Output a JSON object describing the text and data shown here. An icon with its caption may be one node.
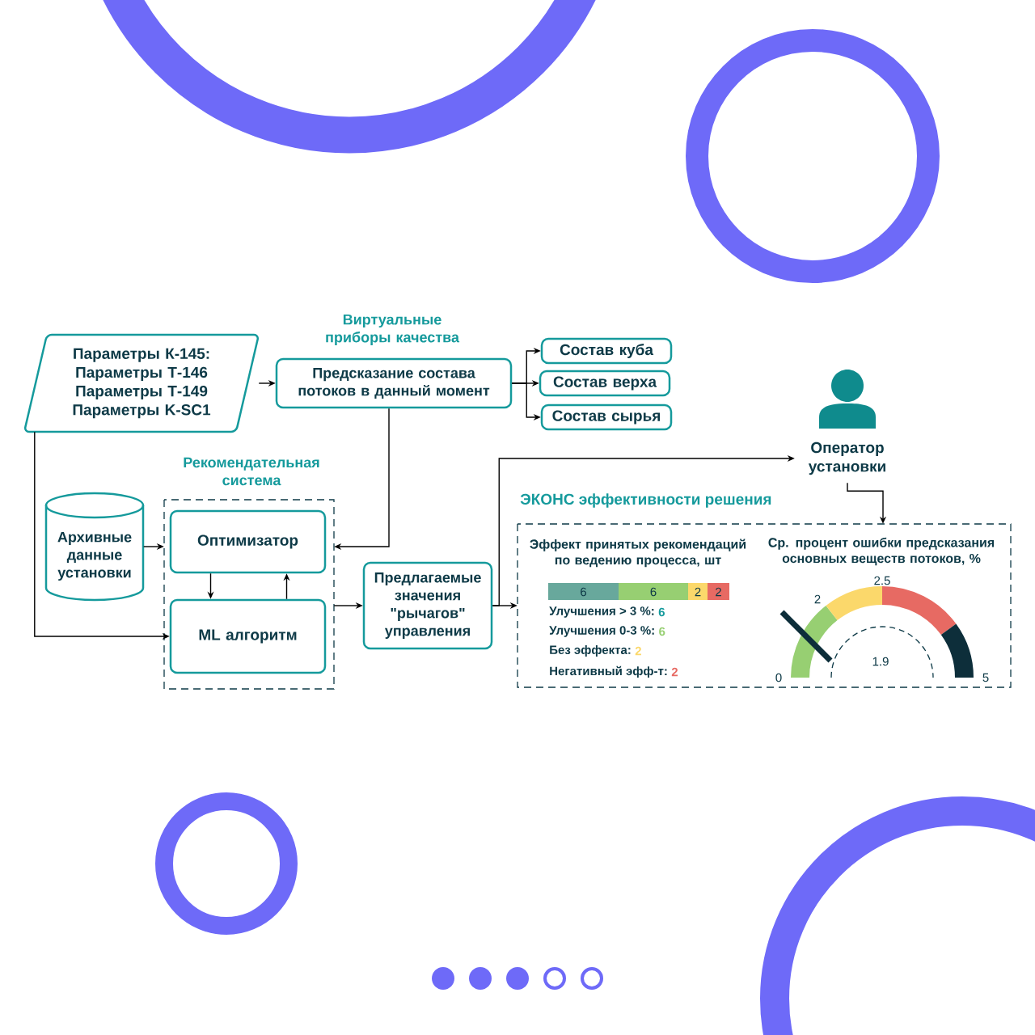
{
  "diagram": {
    "nodes": [
      {
        "text": [
          "Параметры К-145: Параметры Т-146 Параметры Т-149 Параметры K-SC1"
        ]
      },
      {
        "text": [
          "Виртуальные приборы качества",
          "Предсказание состава потоков в данный момент"
        ]
      },
      {
        "text": [
          "Состав куба"
        ]
      },
      {
        "text": [
          "Состав верха"
        ]
      },
      {
        "text": [
          "Состав сырья"
        ]
      },
      {
        "text": [
          "Архивные данные установки"
        ]
      },
      {
        "text": [
          "Рекомендательная система"
        ]
      },
      {
        "text": [
          "Оптимизатор"
        ],
        "in": 6
      },
      {
        "text": [
          "ML алгоритм"
        ],
        "in": 6
      },
      {
        "text": [
          "Предлагаемые значения \"рычагов\" управления"
        ]
      },
      {
        "text": [
          "ЭКОНС эффективности решения"
        ]
      },
      {
        "text": [
          "Оператор установки"
        ]
      }
    ],
    "edges": [
      {
        "from": 0,
        "to": 1,
        "arrow": "to"
      },
      {
        "from": 1,
        "to": 2,
        "arrow": "to"
      },
      {
        "from": 1,
        "to": 3,
        "arrow": "to"
      },
      {
        "from": 1,
        "to": 4,
        "arrow": "to"
      },
      {
        "from": 0,
        "to": 8,
        "arrow": "to"
      },
      {
        "from": 5,
        "to": 6,
        "arrow": "to"
      },
      {
        "from": 1,
        "to": 6,
        "arrow": "to"
      },
      {
        "from": 7,
        "to": 8,
        "arrow": "to"
      },
      {
        "from": 8,
        "to": 7,
        "arrow": "to"
      },
      {
        "from": 6,
        "to": 9,
        "arrow": "to"
      },
      {
        "from": 9,
        "to": 10,
        "arrow": "to"
      },
      {
        "from": 9,
        "to": 11,
        "arrow": "to"
      },
      {
        "from": 11,
        "to": 10,
        "arrow": "to"
      }
    ],
    "labels": [
      "Эффект принятых рекомендаций по ведению процесса, шт",
      "Ср. процент ошибки предсказания основных веществ потоков, %",
      "6",
      "6",
      "2",
      "2",
      "Улучшения > 3 %:",
      "6",
      "Улучшения 0-3 %:",
      "6",
      "Без эффекта:",
      "2",
      "Негативный эфф-т:",
      "2",
      "0",
      "2",
      "2.5",
      "5",
      "1.9"
    ]
  }
}
